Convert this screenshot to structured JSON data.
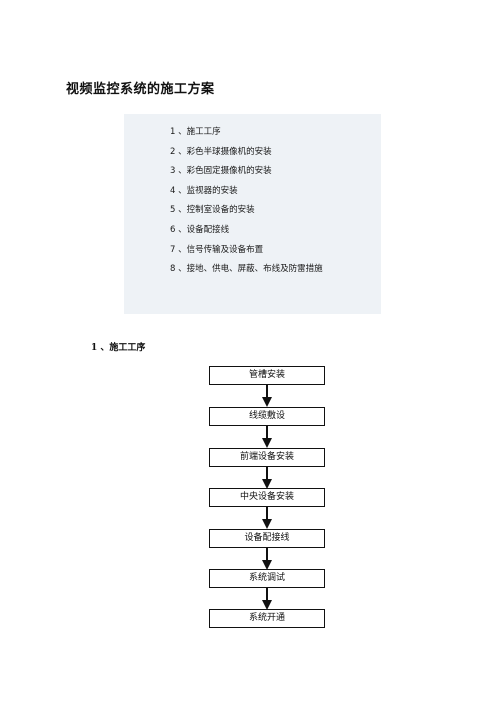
{
  "document": {
    "title": "视频监控系统的施工方案"
  },
  "toc": {
    "items": [
      "1 、施工工序",
      "2 、彩色半球摄像机的安装",
      "3 、彩色固定摄像机的安装",
      "4 、监视器的安装",
      "5 、控制室设备的安装",
      "6 、设备配接线",
      "7 、信号传输及设备布置",
      "8 、接地、供电、屏蔽、布线及防雷措施"
    ]
  },
  "section1": {
    "heading": "1 、施工工序"
  },
  "flowchart": {
    "steps": [
      "管槽安装",
      "线缆敷设",
      "前端设备安装",
      "中央设备安装",
      "设备配接线",
      "系统调试",
      "系统开通"
    ]
  }
}
